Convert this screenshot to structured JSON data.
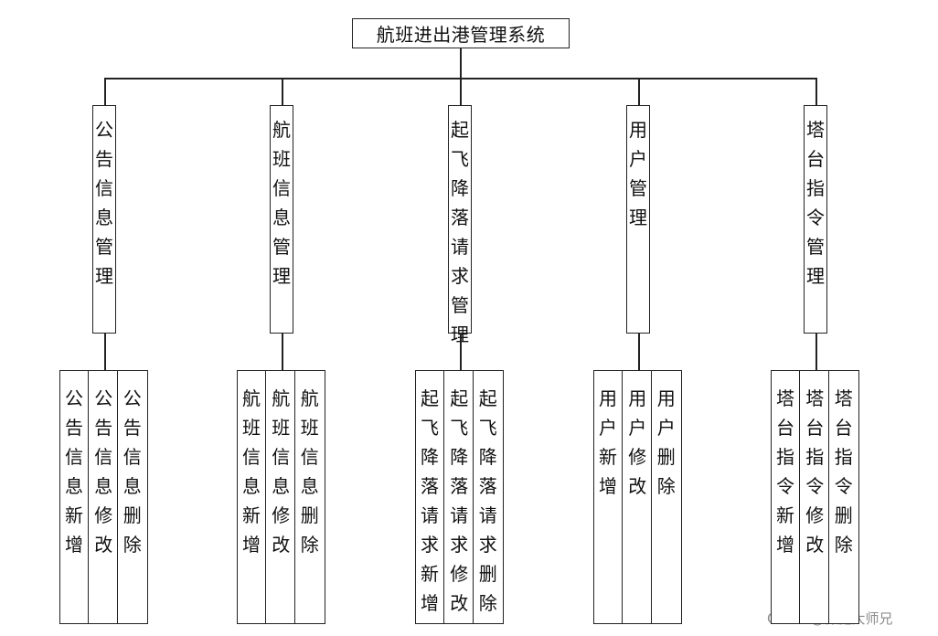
{
  "title": "航班进出港管理系统",
  "modules": [
    {
      "label": "公告信息管理",
      "leaves": [
        "公告信息新增",
        "公告信息修改",
        "公告信息删除"
      ]
    },
    {
      "label": "航班信息管理",
      "leaves": [
        "航班信息新增",
        "航班信息修改",
        "航班信息删除"
      ]
    },
    {
      "label": "起飞降落请求管理",
      "leaves": [
        "起飞降落请求新增",
        "起飞降落请求修改",
        "起飞降落请求删除"
      ]
    },
    {
      "label": "用户管理",
      "leaves": [
        "用户新增",
        "用户修改",
        "用户删除"
      ]
    },
    {
      "label": "塔台指令管理",
      "leaves": [
        "塔台指令新增",
        "塔台指令修改",
        "塔台指令删除"
      ]
    }
  ],
  "watermark": "CSDN @伟庭大师兄"
}
